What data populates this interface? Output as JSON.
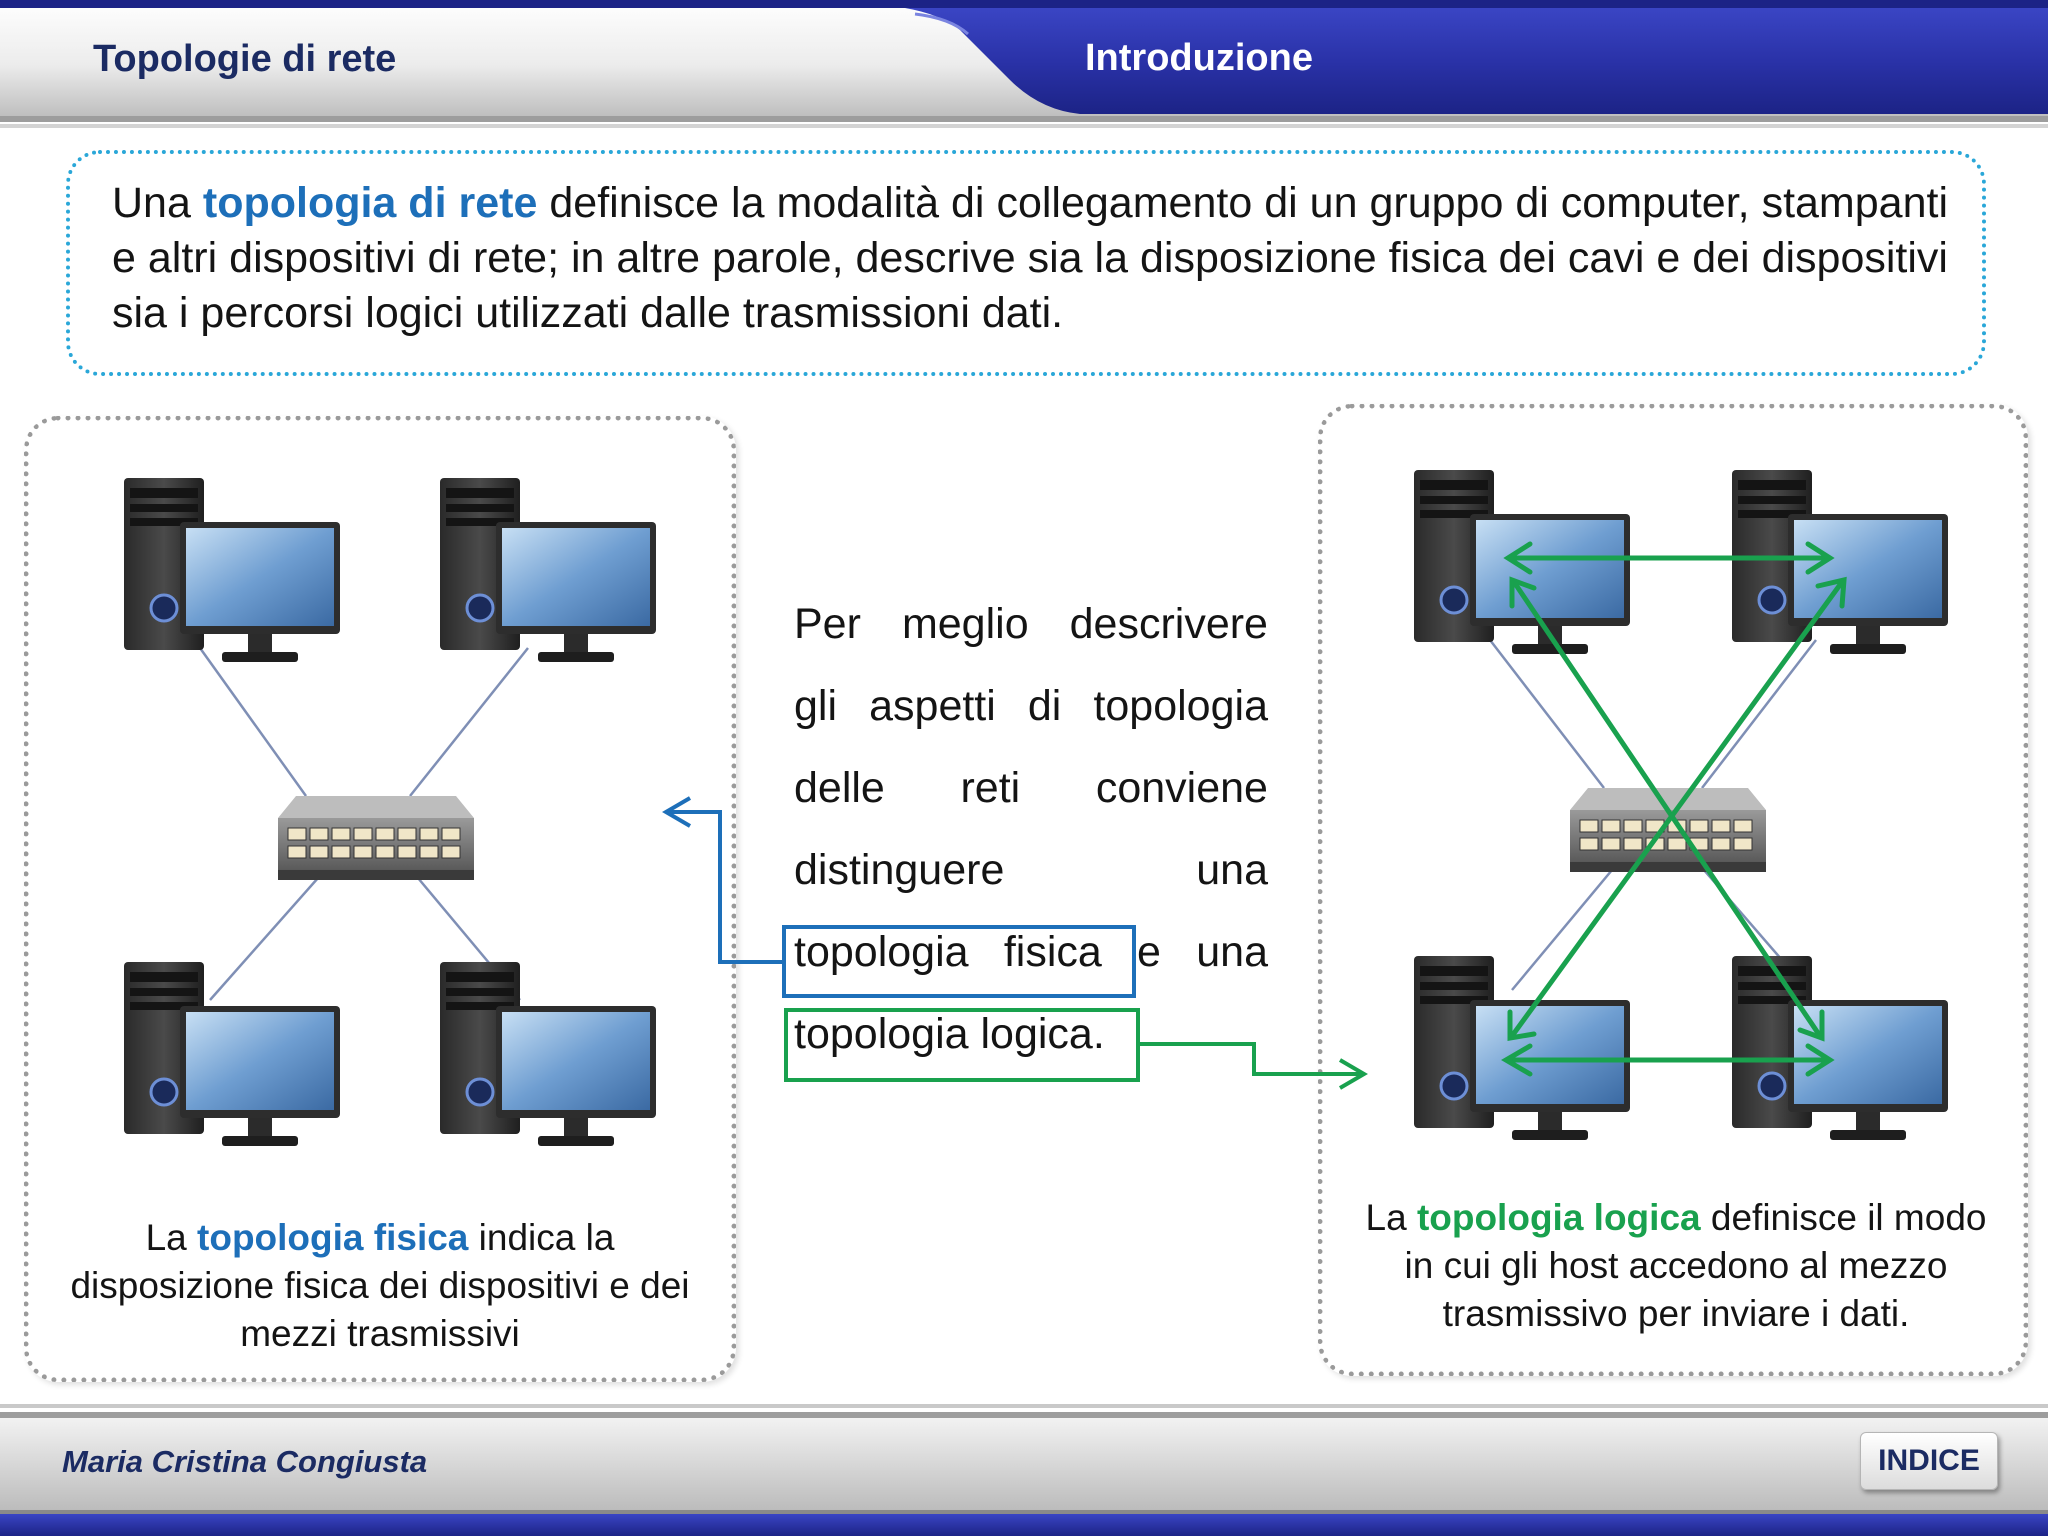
{
  "header": {
    "left_title": "Topologie di rete",
    "right_title": "Introduzione"
  },
  "intro": {
    "pre": "Una ",
    "keyword": "topologia di rete",
    "post": " definisce la modalità di collegamento di un gruppo di computer, stampanti e altri dispositivi di rete; in altre parole, descrive sia la disposizione fisica dei cavi e dei dispositivi sia i percorsi logici utilizzati dalle trasmissioni dati."
  },
  "middle": {
    "lines": [
      [
        "Per",
        "meglio",
        "descrivere"
      ],
      [
        "gli",
        "aspetti",
        "di",
        "topologia"
      ],
      [
        "delle",
        "reti",
        "conviene"
      ],
      [
        "distinguere",
        "una"
      ],
      [
        "topologia",
        "fisica",
        "e",
        "una"
      ],
      [
        "topologia logica."
      ]
    ]
  },
  "left_caption": {
    "pre": "La ",
    "keyword": "topologia fisica",
    "post": " indica la disposizione fisica dei dispositivi e dei mezzi trasmissivi"
  },
  "right_caption": {
    "pre": "La ",
    "keyword": "topologia logica",
    "post": " definisce il modo in cui gli host accedono al mezzo trasmissivo per inviare i dati."
  },
  "footer": {
    "author": "Maria Cristina Congiusta",
    "index_button": "INDICE"
  },
  "colors": {
    "header_navy": "#1b2b63",
    "header_blue": "#2a33a6",
    "physical_blue": "#1d6fb9",
    "logical_green": "#19a14e",
    "intro_border": "#2aa7d8"
  },
  "icons": [
    "desktop-computer-icon",
    "network-switch-icon"
  ]
}
